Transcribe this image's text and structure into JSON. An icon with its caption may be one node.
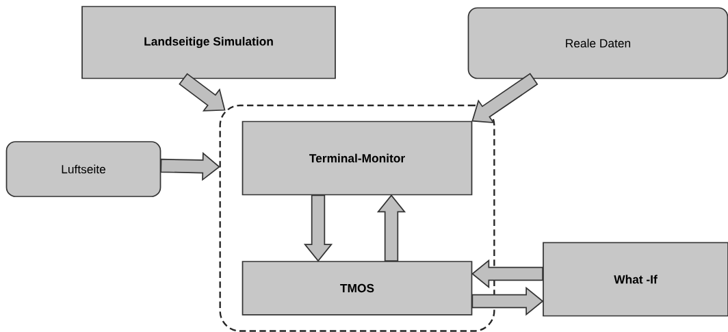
{
  "diagram": {
    "nodes": [
      {
        "text": [
          "Landseitige Simulation"
        ]
      },
      {
        "text": [
          "Reale Daten"
        ]
      },
      {
        "text": [],
        "shape": "box"
      },
      {
        "text": [
          "Luftseite"
        ]
      },
      {
        "text": [
          "Terminal-Monitor"
        ],
        "in": 2
      },
      {
        "text": [
          "TMOS"
        ],
        "in": 2
      },
      {
        "text": [
          "What -If"
        ]
      }
    ],
    "edges": [
      {
        "from": 0,
        "to": 2,
        "arrow": "to"
      },
      {
        "from": 3,
        "to": 2,
        "arrow": "to"
      },
      {
        "from": 1,
        "to": 4,
        "arrow": "to"
      },
      {
        "from": 4,
        "to": 5,
        "arrow": "to"
      },
      {
        "from": 5,
        "to": 4,
        "arrow": "to"
      },
      {
        "from": 6,
        "to": 5,
        "arrow": "to"
      },
      {
        "from": 5,
        "to": 6,
        "arrow": "to"
      }
    ]
  }
}
